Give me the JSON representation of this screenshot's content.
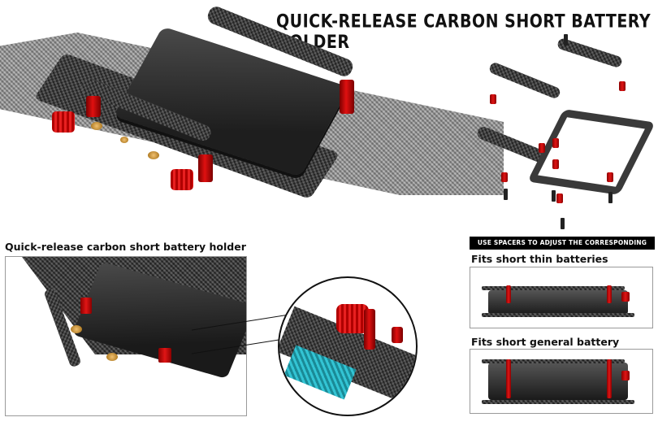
{
  "header": {
    "title": "QUICK-RELEASE CARBON SHORT BATTERY HOLDER"
  },
  "inset": {
    "label": "Quick-release carbon short battery holder"
  },
  "exploded_view": {
    "banner": "USE SPACERS TO ADJUST THE CORRESPONDING HEIGHT"
  },
  "variants": [
    {
      "label": "Fits short thin batteries"
    },
    {
      "label": "Fits short general battery"
    }
  ],
  "colors": {
    "spacer_red": "#d81414",
    "carbon_grey": "#9a9a9a",
    "battery_black": "#222222",
    "callout_accent": "#33c4d4"
  }
}
